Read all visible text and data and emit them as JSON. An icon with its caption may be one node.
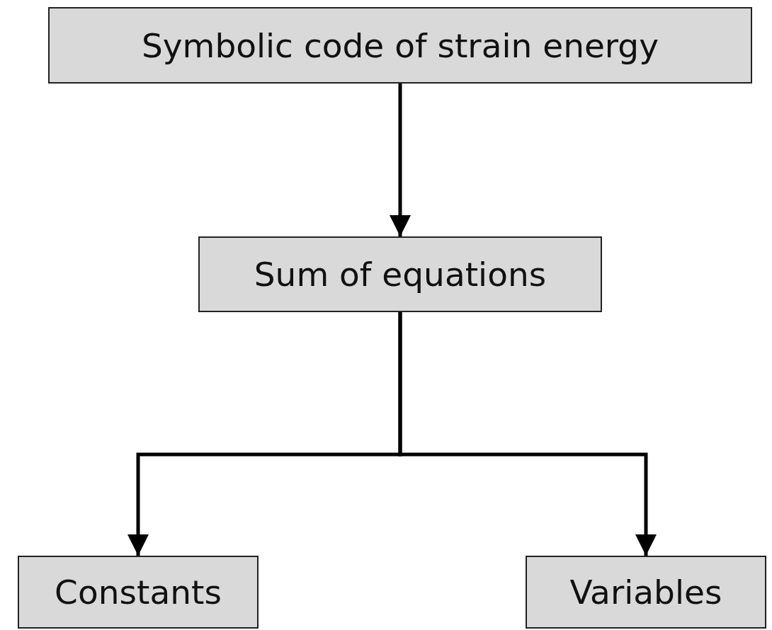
{
  "diagram": {
    "nodes": [
      {
        "text": [
          "Symbolic code of strain energy"
        ]
      },
      {
        "text": [
          "Sum of equations"
        ]
      },
      {
        "text": [
          "Constants"
        ]
      },
      {
        "text": [
          "Variables"
        ]
      }
    ],
    "edges": [
      {
        "from": 0,
        "to": 1,
        "arrow": "to"
      },
      {
        "from": 1,
        "to": 2,
        "arrow": "to"
      },
      {
        "from": 1,
        "to": 3,
        "arrow": "to"
      }
    ]
  }
}
